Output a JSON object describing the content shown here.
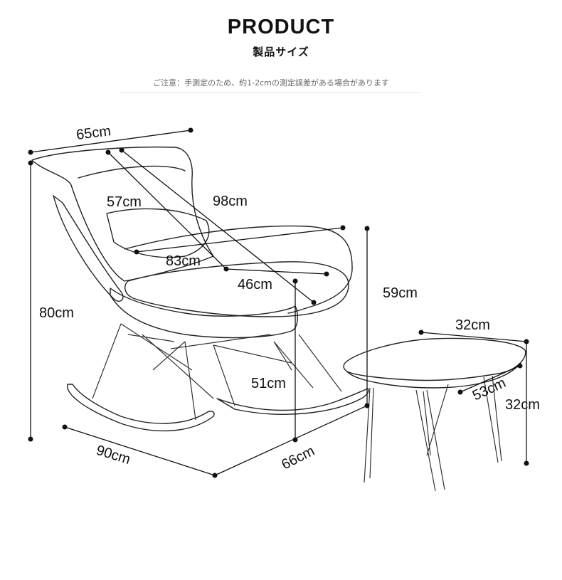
{
  "header": {
    "title": "PRODUCT",
    "subtitle": "製品サイズ",
    "notice": "ご注意：手測定のため、約1-2cmの測定誤差がある場合があります"
  },
  "chair": {
    "width_top": "65cm",
    "back_diag": "57cm",
    "back_height": "98cm",
    "seat_width": "83cm",
    "seat_depth": "46cm",
    "total_height": "80cm",
    "seat_height": "51cm",
    "arm_height": "59cm",
    "length": "90cm",
    "depth": "66cm"
  },
  "ottoman": {
    "width": "32cm",
    "length": "53cm",
    "height": "32cm"
  }
}
